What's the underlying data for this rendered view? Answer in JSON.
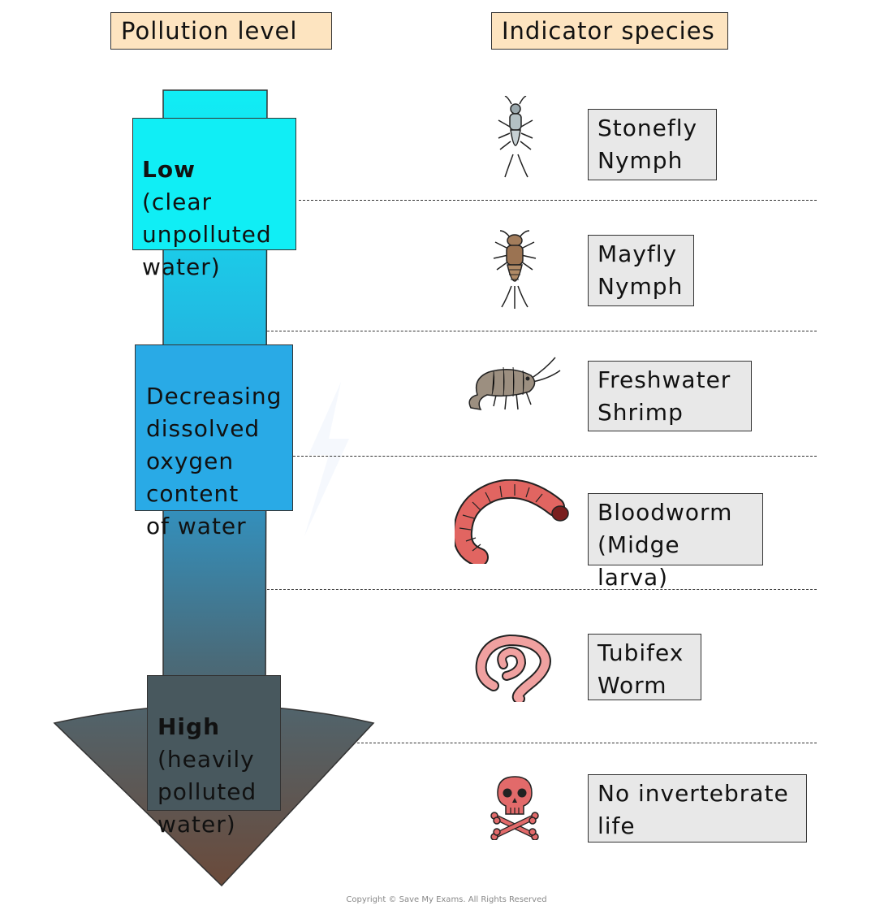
{
  "headers": {
    "pollution_level": "Pollution level",
    "indicator_species": "Indicator species"
  },
  "pollution_boxes": {
    "low": {
      "title": "Low",
      "desc": "(clear\nunpolluted\nwater)"
    },
    "middle": {
      "desc": "Decreasing\ndissolved\noxygen\ncontent\nof water"
    },
    "high": {
      "title": "High",
      "desc": "(heavily\npolluted\nwater)"
    }
  },
  "species": [
    {
      "name": "Stonefly\nNymph",
      "icon": "stonefly-icon"
    },
    {
      "name": "Mayfly\nNymph",
      "icon": "mayfly-icon"
    },
    {
      "name": "Freshwater\nShrimp",
      "icon": "shrimp-icon"
    },
    {
      "name": "Bloodworm\n(Midge larva)",
      "icon": "bloodworm-icon"
    },
    {
      "name": "Tubifex\nWorm",
      "icon": "tubifex-worm-icon"
    },
    {
      "name": "No invertebrate\nlife",
      "icon": "skull-crossbones-icon"
    }
  ],
  "colors": {
    "arrow_top": "#10eef5",
    "arrow_middle": "#2a9fd8",
    "arrow_bottom": "#6b4a3a",
    "header_fill": "#fde4c0",
    "species_box_fill": "#e8e8e8"
  },
  "copyright": "Copyright © Save My Exams. All Rights Reserved"
}
